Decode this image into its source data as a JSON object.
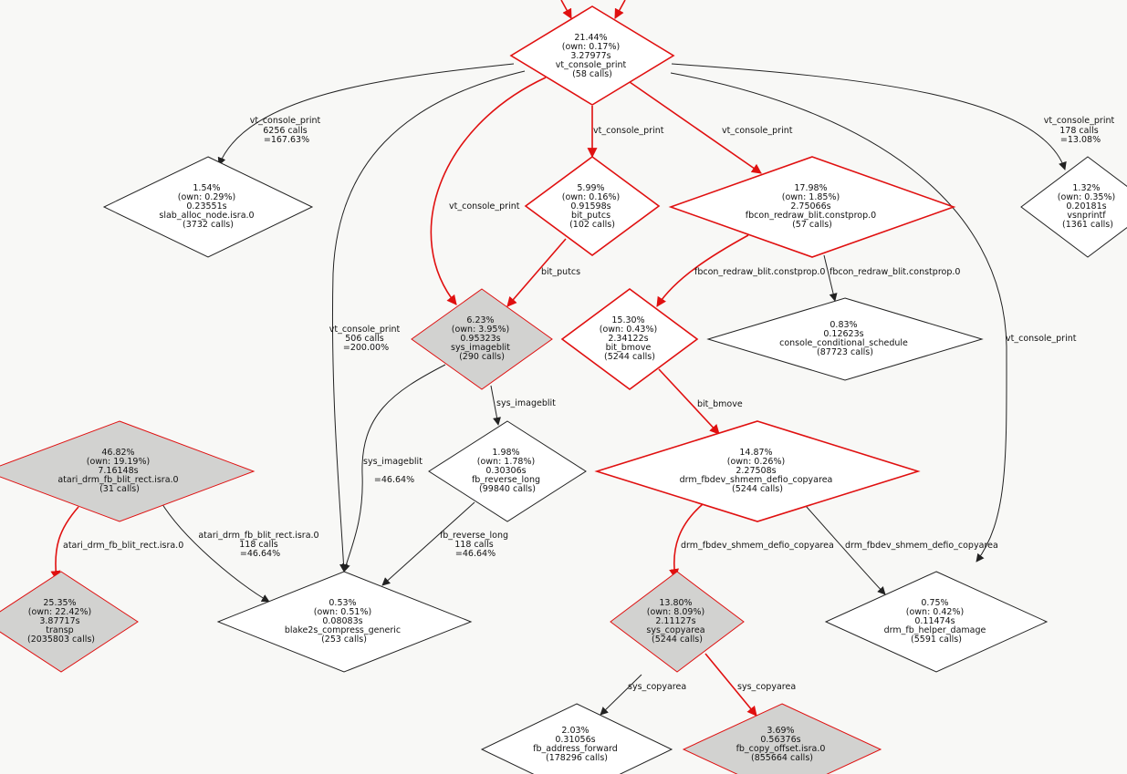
{
  "nodes": {
    "vt_console_print": {
      "lines": [
        "21.44%",
        "(own: 0.17%)",
        "3.27977s",
        "vt_console_print",
        "(58 calls)"
      ]
    },
    "slab_alloc_node": {
      "lines": [
        "1.54%",
        "(own: 0.29%)",
        "0.23551s",
        "slab_alloc_node.isra.0",
        "(3732 calls)"
      ]
    },
    "bit_putcs": {
      "lines": [
        "5.99%",
        "(own: 0.16%)",
        "0.91598s",
        "bit_putcs",
        "(102 calls)"
      ]
    },
    "fbcon_redraw_blit": {
      "lines": [
        "17.98%",
        "(own: 1.85%)",
        "2.75066s",
        "fbcon_redraw_blit.constprop.0",
        "(57 calls)"
      ]
    },
    "vsnprintf": {
      "lines": [
        "1.32%",
        "(own: 0.35%)",
        "0.20181s",
        "vsnprintf",
        "(1361 calls)"
      ]
    },
    "sys_imageblit": {
      "lines": [
        "6.23%",
        "(own: 3.95%)",
        "0.95323s",
        "sys_imageblit",
        "(290 calls)"
      ]
    },
    "bit_bmove": {
      "lines": [
        "15.30%",
        "(own: 0.43%)",
        "2.34122s",
        "bit_bmove",
        "(5244 calls)"
      ]
    },
    "console_conditional_schedule": {
      "lines": [
        "0.83%",
        "0.12623s",
        "console_conditional_schedule",
        "(87723 calls)"
      ]
    },
    "atari_drm_fb_blit_rect": {
      "lines": [
        "46.82%",
        "(own: 19.19%)",
        "7.16148s",
        "atari_drm_fb_blit_rect.isra.0",
        "(31 calls)"
      ]
    },
    "fb_reverse_long": {
      "lines": [
        "1.98%",
        "(own: 1.78%)",
        "0.30306s",
        "fb_reverse_long",
        "(99840 calls)"
      ]
    },
    "drm_fbdev_shmem_defio_copyarea": {
      "lines": [
        "14.87%",
        "(own: 0.26%)",
        "2.27508s",
        "drm_fbdev_shmem_defio_copyarea",
        "(5244 calls)"
      ]
    },
    "transp": {
      "lines": [
        "25.35%",
        "(own: 22.42%)",
        "3.87717s",
        "transp",
        "(2035803 calls)"
      ]
    },
    "blake2s_compress_generic": {
      "lines": [
        "0.53%",
        "(own: 0.51%)",
        "0.08083s",
        "blake2s_compress_generic",
        "(253 calls)"
      ]
    },
    "sys_copyarea": {
      "lines": [
        "13.80%",
        "(own: 8.09%)",
        "2.11127s",
        "sys_copyarea",
        "(5244 calls)"
      ]
    },
    "drm_fb_helper_damage": {
      "lines": [
        "0.75%",
        "(own: 0.42%)",
        "0.11474s",
        "drm_fb_helper_damage",
        "(5591 calls)"
      ]
    },
    "fb_address_forward": {
      "lines": [
        "2.03%",
        "0.31056s",
        "fb_address_forward",
        "(178296 calls)"
      ]
    },
    "fb_copy_offset": {
      "lines": [
        "3.69%",
        "0.56376s",
        "fb_copy_offset.isra.0",
        "(855664 calls)"
      ]
    }
  },
  "edge_labels": {
    "vt_to_slab": [
      "vt_console_print",
      "6256 calls",
      "=167.63%"
    ],
    "vt_to_bitputcs": [
      "vt_console_print"
    ],
    "vt_to_fbcon": [
      "vt_console_print"
    ],
    "vt_to_vsnprintf": [
      "vt_console_print",
      "178 calls",
      "=13.08%"
    ],
    "vt_to_imageblit": [
      "vt_console_print"
    ],
    "vt_to_blake": [
      "vt_console_print",
      "506 calls",
      "=200.00%"
    ],
    "vt_to_damage": [
      "vt_console_print"
    ],
    "bitputcs_to_imageblit": [
      "bit_putcs"
    ],
    "fbcon_to_bmove": [
      "fbcon_redraw_blit.constprop.0"
    ],
    "fbcon_to_sched": [
      "fbcon_redraw_blit.constprop.0"
    ],
    "imageblit_to_reverse": [
      "sys_imageblit"
    ],
    "imageblit_to_blake": [
      "sys_imageblit",
      "=46.64%"
    ],
    "bmove_to_copyarea": [
      "bit_bmove"
    ],
    "atari_to_transp": [
      "atari_drm_fb_blit_rect.isra.0"
    ],
    "atari_to_blake": [
      "atari_drm_fb_blit_rect.isra.0",
      "118 calls",
      "=46.64%"
    ],
    "reverse_to_blake": [
      "fb_reverse_long",
      "118 calls",
      "=46.64%"
    ],
    "copyarea_to_syscopy": [
      "drm_fbdev_shmem_defio_copyarea"
    ],
    "copyarea_to_damage": [
      "drm_fbdev_shmem_defio_copyarea"
    ],
    "syscopy_to_addr": [
      "sys_copyarea"
    ],
    "syscopy_to_offset": [
      "sys_copyarea"
    ]
  },
  "colors": {
    "background": "#f8f8f6",
    "hot_edge": "#e01010",
    "cold_edge": "#222222",
    "hot_node_fill": "#d2d2d0"
  }
}
